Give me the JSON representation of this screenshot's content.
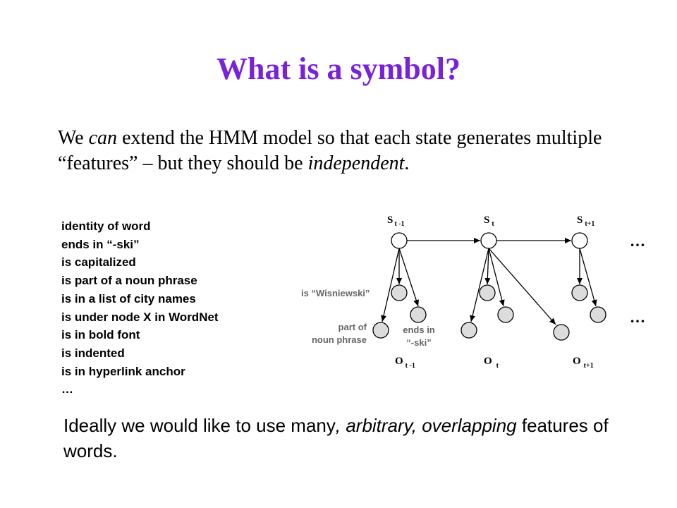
{
  "slide": {
    "title": "What is a symbol?",
    "intro": {
      "p1": "We ",
      "p2": "can",
      "p3": " extend the HMM model so that each state generates multiple “features” – but they should be ",
      "p4": "independent",
      "p5": "."
    },
    "features": [
      "identity of word",
      "ends in “-ski”",
      "is capitalized",
      "is part of a noun phrase",
      "is in a list of city names",
      "is under node X in WordNet",
      "is in bold font",
      "is indented",
      "is in hyperlink anchor",
      "…"
    ],
    "bottom": {
      "p1": "Ideally we would like to use many",
      "p2": ", arbitrary, overlapping",
      "p3": " features of words."
    }
  },
  "diagram": {
    "states": [
      {
        "main": "S",
        "sub": "t -1"
      },
      {
        "main": "S",
        "sub": "t"
      },
      {
        "main": "S",
        "sub": "t+1"
      }
    ],
    "observations": [
      {
        "main": "O",
        "sub": "t -1"
      },
      {
        "main": "O",
        "sub": "t"
      },
      {
        "main": "O",
        "sub": "t+1"
      }
    ],
    "annotations": {
      "wisniewski": "is “Wisniewski”",
      "part_of_1": "part of",
      "part_of_2": "noun phrase",
      "ends_in_1": "ends in",
      "ends_in_2": "“-ski”"
    },
    "ellipsis_top": "…",
    "ellipsis_bottom": "…",
    "node_fill": "#dcdcdc"
  }
}
